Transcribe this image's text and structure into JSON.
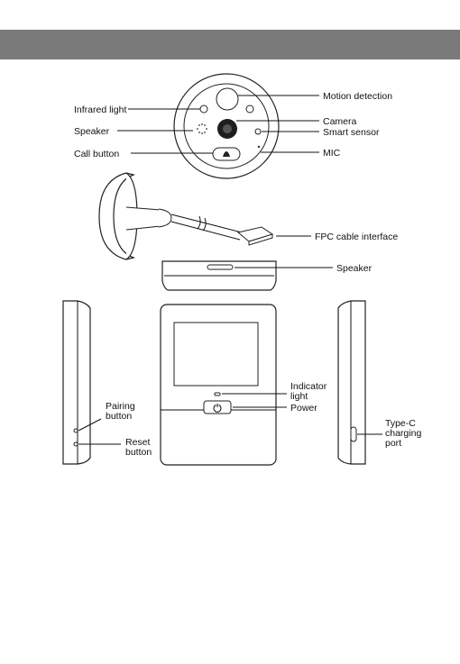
{
  "labels": {
    "infrared_light": "Infrared light",
    "speaker_front": "Speaker",
    "call_button": "Call button",
    "motion_detection": "Motion detection",
    "camera": "Camera",
    "smart_sensor": "Smart sensor",
    "mic": "MIC",
    "fpc_cable_interface": "FPC cable interface",
    "speaker_top": "Speaker",
    "indicator_light_1": "Indicator",
    "indicator_light_2": "light",
    "power": "Power",
    "pairing_button_1": "Pairing",
    "pairing_button_2": "button",
    "reset_button_1": "Reset",
    "reset_button_2": "button",
    "type_c_1": "Type-C",
    "type_c_2": "charging",
    "type_c_3": "port"
  }
}
